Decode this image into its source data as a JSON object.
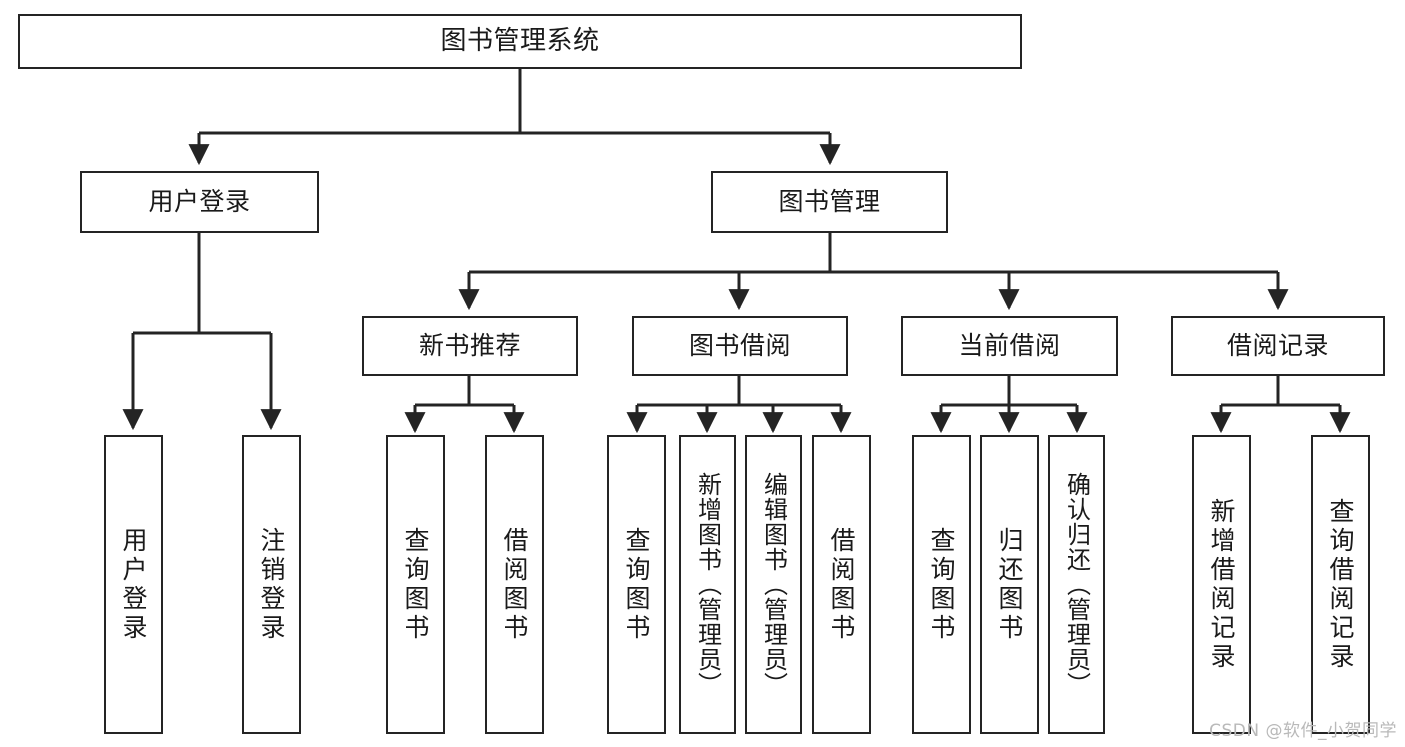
{
  "diagram": {
    "title": "图书管理系统",
    "type": "tree",
    "root": {
      "id": "root",
      "label": "图书管理系统",
      "orientation": "horizontal"
    },
    "level2": [
      {
        "id": "user-login",
        "label": "用户登录",
        "orientation": "horizontal"
      },
      {
        "id": "book-manage",
        "label": "图书管理",
        "orientation": "horizontal"
      }
    ],
    "level3": [
      {
        "id": "new-book-rec",
        "label": "新书推荐",
        "parent": "book-manage",
        "orientation": "horizontal"
      },
      {
        "id": "book-borrow",
        "label": "图书借阅",
        "parent": "book-manage",
        "orientation": "horizontal"
      },
      {
        "id": "current-borrow",
        "label": "当前借阅",
        "parent": "book-manage",
        "orientation": "horizontal"
      },
      {
        "id": "borrow-record",
        "label": "借阅记录",
        "parent": "book-manage",
        "orientation": "horizontal"
      }
    ],
    "leaves": [
      {
        "id": "leaf-user-login",
        "label": "用户登录",
        "parent": "user-login",
        "orientation": "vertical"
      },
      {
        "id": "leaf-logout",
        "label": "注销登录",
        "parent": "user-login",
        "orientation": "vertical"
      },
      {
        "id": "leaf-query-book-1",
        "label": "查询图书",
        "parent": "new-book-rec",
        "orientation": "vertical"
      },
      {
        "id": "leaf-borrow-book-1",
        "label": "借阅图书",
        "parent": "new-book-rec",
        "orientation": "vertical"
      },
      {
        "id": "leaf-query-book-2",
        "label": "查询图书",
        "parent": "book-borrow",
        "orientation": "vertical"
      },
      {
        "id": "leaf-add-book",
        "label": "新增图书（管理员）",
        "parent": "book-borrow",
        "orientation": "vertical"
      },
      {
        "id": "leaf-edit-book",
        "label": "编辑图书（管理员）",
        "parent": "book-borrow",
        "orientation": "vertical"
      },
      {
        "id": "leaf-borrow-book-2",
        "label": "借阅图书",
        "parent": "book-borrow",
        "orientation": "vertical"
      },
      {
        "id": "leaf-query-book-3",
        "label": "查询图书",
        "parent": "current-borrow",
        "orientation": "vertical"
      },
      {
        "id": "leaf-return-book",
        "label": "归还图书",
        "parent": "current-borrow",
        "orientation": "vertical"
      },
      {
        "id": "leaf-confirm-return",
        "label": "确认归还（管理员）",
        "parent": "current-borrow",
        "orientation": "vertical"
      },
      {
        "id": "leaf-add-record",
        "label": "新增借阅记录",
        "parent": "borrow-record",
        "orientation": "vertical"
      },
      {
        "id": "leaf-query-record",
        "label": "查询借阅记录",
        "parent": "borrow-record",
        "orientation": "vertical"
      }
    ],
    "colors": {
      "stroke": "#242424",
      "fill": "#ffffff",
      "text": "#1a1a1a",
      "watermark": "#b9b9b9"
    }
  },
  "watermark": {
    "text": "CSDN @软件_小贺同学"
  }
}
